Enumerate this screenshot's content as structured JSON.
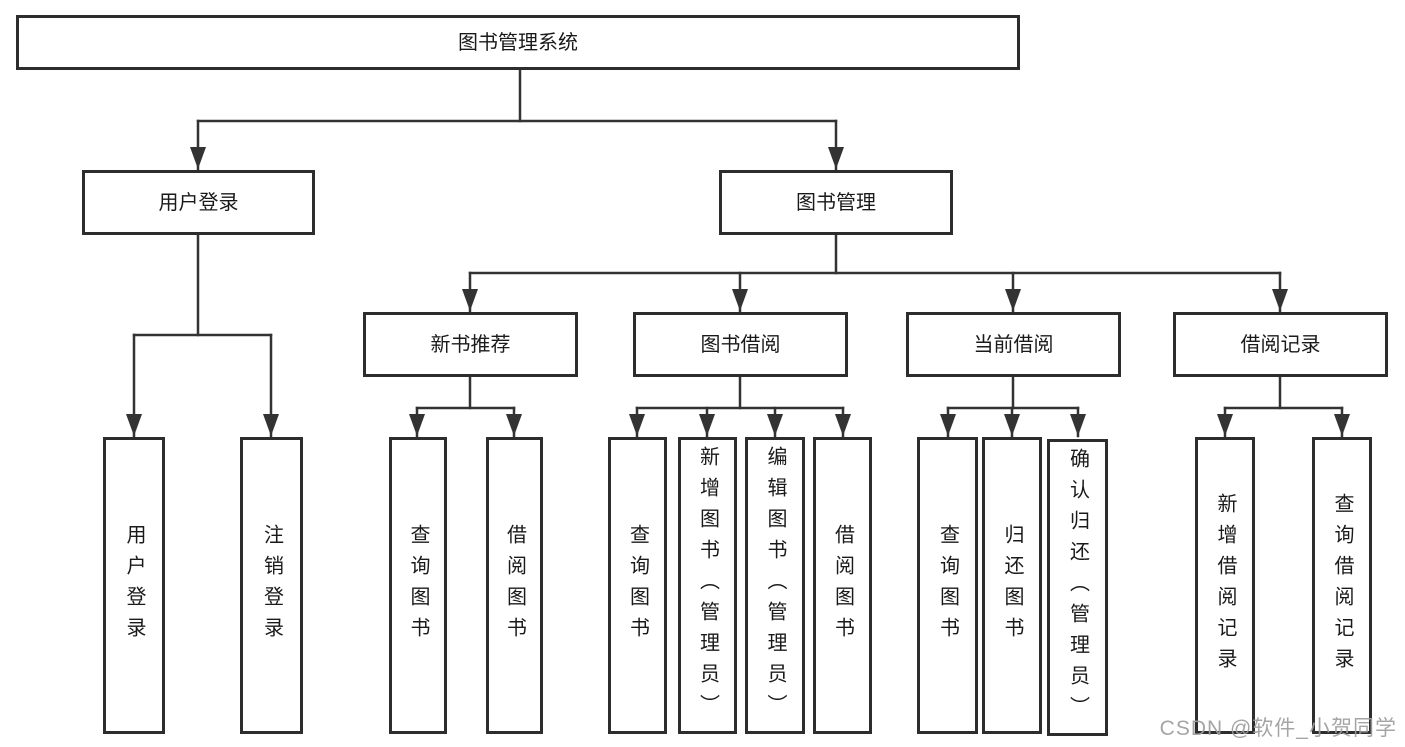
{
  "tree": {
    "root": {
      "label": "图书管理系统",
      "children": [
        {
          "label": "用户登录",
          "children": [
            {
              "label": "用户登录"
            },
            {
              "label": "注销登录"
            }
          ]
        },
        {
          "label": "图书管理",
          "children": [
            {
              "label": "新书推荐",
              "children": [
                {
                  "label": "查询图书"
                },
                {
                  "label": "借阅图书"
                }
              ]
            },
            {
              "label": "图书借阅",
              "children": [
                {
                  "label": "查询图书"
                },
                {
                  "label": "新增图书（管理员）"
                },
                {
                  "label": "编辑图书（管理员）"
                },
                {
                  "label": "借阅图书"
                }
              ]
            },
            {
              "label": "当前借阅",
              "children": [
                {
                  "label": "查询图书"
                },
                {
                  "label": "归还图书"
                },
                {
                  "label": "确认归还（管理员）"
                }
              ]
            },
            {
              "label": "借阅记录",
              "children": [
                {
                  "label": "新增借阅记录"
                },
                {
                  "label": "查询借阅记录"
                }
              ]
            }
          ]
        }
      ]
    }
  },
  "watermark": {
    "text": "CSDN @软件_小贺同学"
  },
  "colors": {
    "line": "#333333",
    "box_border": "#2d2d2d",
    "text": "#1a1a1a",
    "background": "#ffffff",
    "watermark": "#9e9e9e"
  }
}
